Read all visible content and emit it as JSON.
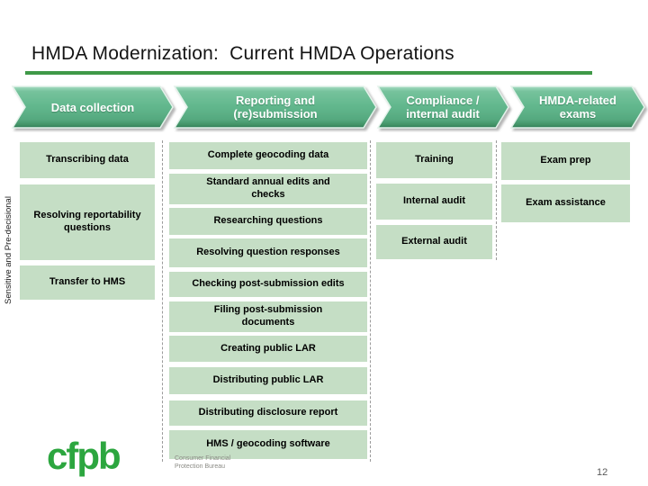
{
  "slide": {
    "title": "HMDA Modernization:  Current HMDA Operations",
    "sidebar_label": "Sensitive and Pre-decisional",
    "page_number": "12",
    "logo": {
      "wordmark": "cfpb",
      "tagline_line1": "Consumer Financial",
      "tagline_line2": "Protection Bureau"
    }
  },
  "colors": {
    "chevron-main": "#63b88e",
    "chevron-top": "#a6dcc2",
    "chevron-bottom": "#2f7d55",
    "box-green": "#c5dec5",
    "rule-green": "#3f9948",
    "logo-green": "#2ca63f",
    "dash-gray": "#9b9b9b"
  },
  "columns": [
    {
      "header": "Data collection",
      "items": [
        "Transcribing data",
        "Resolving reportability questions",
        "Transfer to HMS"
      ]
    },
    {
      "header": "Reporting and (re)submission",
      "items": [
        "Complete geocoding data",
        "Standard annual edits and checks",
        "Researching questions",
        "Resolving question responses",
        "Checking post-submission edits",
        "Filing post-submission documents",
        "Creating public LAR",
        "Distributing public LAR",
        "Distributing disclosure report",
        "HMS / geocoding software"
      ]
    },
    {
      "header": "Compliance / internal audit",
      "items": [
        "Training",
        "Internal audit",
        "External audit"
      ]
    },
    {
      "header": "HMDA-related exams",
      "items": [
        "Exam prep",
        "Exam assistance"
      ]
    }
  ]
}
